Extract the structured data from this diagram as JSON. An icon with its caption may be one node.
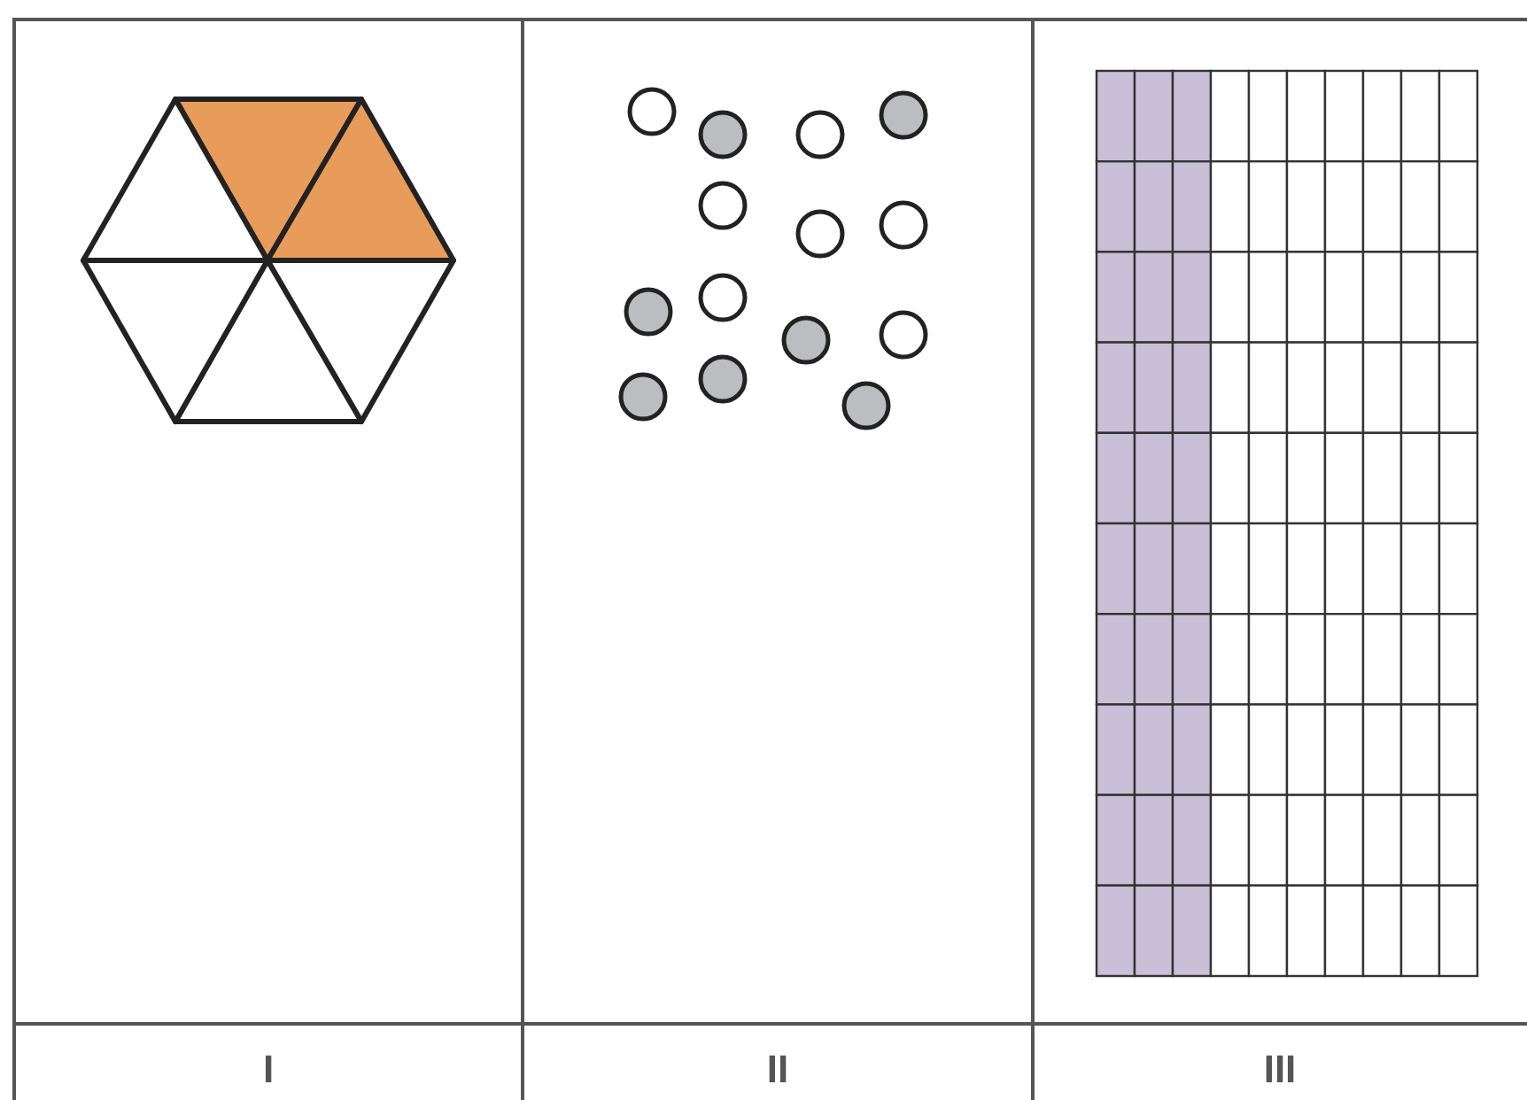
{
  "diagram": {
    "labels": [
      "I",
      "II",
      "III"
    ]
  }
}
